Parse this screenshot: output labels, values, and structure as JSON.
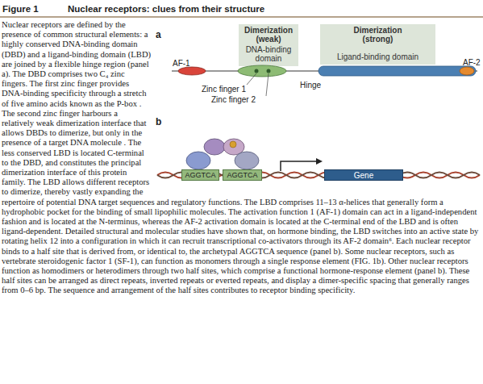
{
  "diagram": {
    "title": "Nuclear receptors: clues from their structure",
    "caption": "Nuclear receptors are defined by the presence of common structural elements: a highly conserved DNA-binding domain (DBD) and a ligand-binding domain (LBD) are joined by a flexible hinge region (panel a). The DBD comprises two C₄ zinc fingers. The first zinc finger provides DNA-binding specificity through a stretch of five amino acids known as the P-box . The second zinc finger harbours a relatively weak dimerization interface that allows DBDs to dimerize, but only in the presence of a target DNA molecule . The less conserved LBD is located C-terminal to the DBD, and constitutes the principal dimerization interface of this protein family. The LBD allows different receptors to dimerize, thereby vastly expanding the repertoire of potential DNA target sequences and regulatory functions. The LBD comprises 11–13 α-helices that generally form a hydrophobic pocket for the binding of small lipophilic molecules. The activation function 1 (AF-1) domain can act in a ligand-independent fashion and is located at the N-terminus, whereas the AF-2 activation domain is located at the C-terminal end of the LBD and is often ligand-dependent. Detailed structural and molecular studies have shown that, on hormone binding, the LBD switches into an active state by rotating helix 12 into a configuration in which it can recruit transcriptional co-activators through its AF-2 domain⁶. Each nuclear receptor binds to a half site that is derived from, or identical to, the archetypal AGGTCA sequence (panel b). Some nuclear receptors, such as vertebrate steroidogenic factor 1 (SF-1), can function as monomers through a single response element (FIG. 1b). Other nuclear receptors function as homodimers or heterodimers through two half sites, which comprise a functional hormone-response element (panel b). These half sites can be arranged as direct repeats, inverted repeats or everted repeats, and display a dimer-specific spacing that generally ranges from 0–6 bp. The sequence and arrangement of the half sites contributes to receptor binding specificity.",
    "nodes": [
      {
        "text": [
          "Dimerization (weak)",
          "DNA-binding domain"
        ]
      },
      {
        "text": [
          "Dimerization (strong)",
          "Ligand-binding domain"
        ]
      },
      {
        "text": [
          "AGGTCA"
        ]
      },
      {
        "text": [
          "AGGTCA"
        ]
      },
      {
        "text": [
          "Gene"
        ]
      }
    ],
    "labels": [
      "Figure 1",
      "a",
      "AF-1",
      "AF-2",
      "Zinc finger 1",
      "Zinc finger 2",
      "Hinge",
      "b"
    ]
  }
}
